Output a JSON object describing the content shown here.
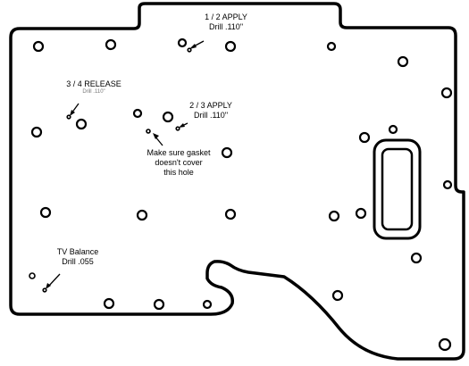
{
  "colors": {
    "line": "#000000",
    "background": "#ffffff"
  },
  "labels": {
    "apply_12": {
      "title": "1 / 2 APPLY",
      "note": "Drill .110\""
    },
    "release_34": {
      "title": "3 / 4 RELEASE",
      "note": "Drill .110\""
    },
    "apply_23": {
      "title": "2 / 3 APPLY",
      "note": "Drill .110\""
    },
    "gasket_note": {
      "line1": "Make sure gasket",
      "line2": "doesn't cover",
      "line3": "this hole"
    },
    "tv_balance": {
      "title": "TV Balance",
      "note": "Drill .055"
    }
  }
}
